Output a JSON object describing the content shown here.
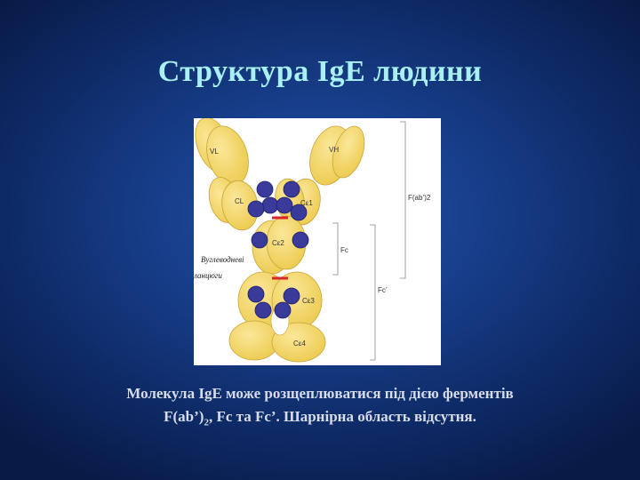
{
  "slide": {
    "title": "Структура IgE людини",
    "caption_line1": "Молекула IgE може розщеплюватися під дією ферментів",
    "caption_line2_a": "F(ab’)",
    "caption_line2_sub": "2",
    "caption_line2_b": ", Fc та Fc’. Шарнірна область відсутня."
  },
  "diagram": {
    "labels": {
      "vl": "VL",
      "vh": "VH",
      "cl": "CL",
      "ce1": "Cε1",
      "ce2": "Cε2",
      "ce3": "Cε3",
      "ce4": "Cε4",
      "carbo_line1": "Вуглеводневі",
      "carbo_line2": "ланцюги",
      "fab": "F(ab’)2",
      "fc": "Fc",
      "fc_prime": "Fc’"
    },
    "colors": {
      "domain_fill": "#f3d66a",
      "domain_stroke": "#c9a53a",
      "carbohydrate": "#3a3a9a",
      "disulfide": "#d9262b",
      "bracket": "#888888"
    }
  }
}
